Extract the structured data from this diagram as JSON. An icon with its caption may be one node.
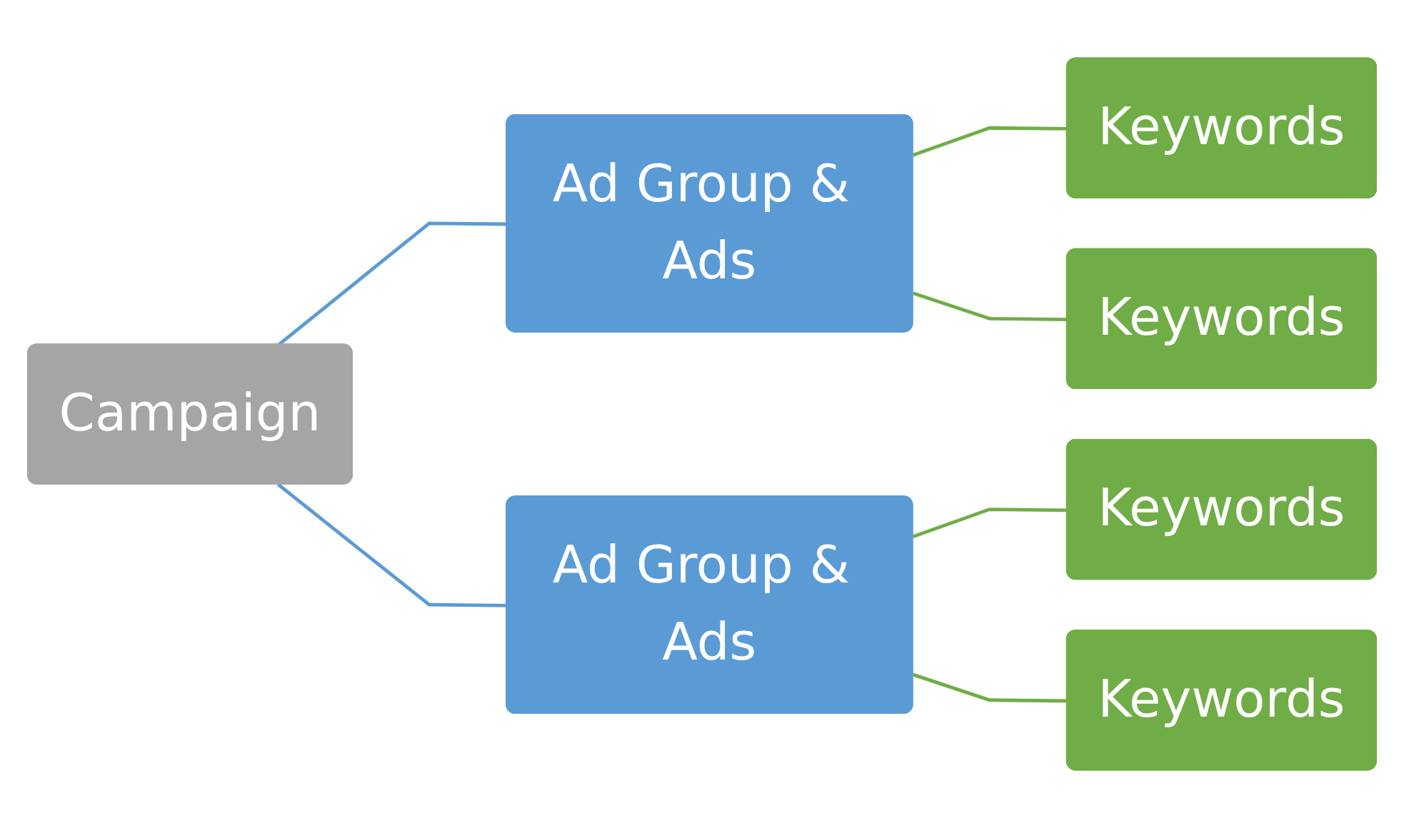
{
  "diagram": {
    "nodes": [
      {
        "text": [
          "Campaign"
        ]
      },
      {
        "text": [
          "Ad Group & Ads"
        ]
      },
      {
        "text": [
          "Keywords"
        ]
      },
      {
        "text": [
          "Keywords"
        ]
      },
      {
        "text": [
          "Ad Group & Ads"
        ]
      },
      {
        "text": [
          "Keywords"
        ]
      },
      {
        "text": [
          "Keywords"
        ]
      }
    ],
    "edges": [
      {
        "from": 0,
        "to": 1,
        "arrow": "none",
        "color": "#5b9bd5"
      },
      {
        "from": 0,
        "to": 4,
        "arrow": "none",
        "color": "#5b9bd5"
      },
      {
        "from": 1,
        "to": 2,
        "arrow": "none"
      },
      {
        "from": 1,
        "to": 3,
        "arrow": "none"
      },
      {
        "from": 4,
        "to": 5,
        "arrow": "none"
      },
      {
        "from": 4,
        "to": 6,
        "arrow": "none"
      }
    ]
  }
}
